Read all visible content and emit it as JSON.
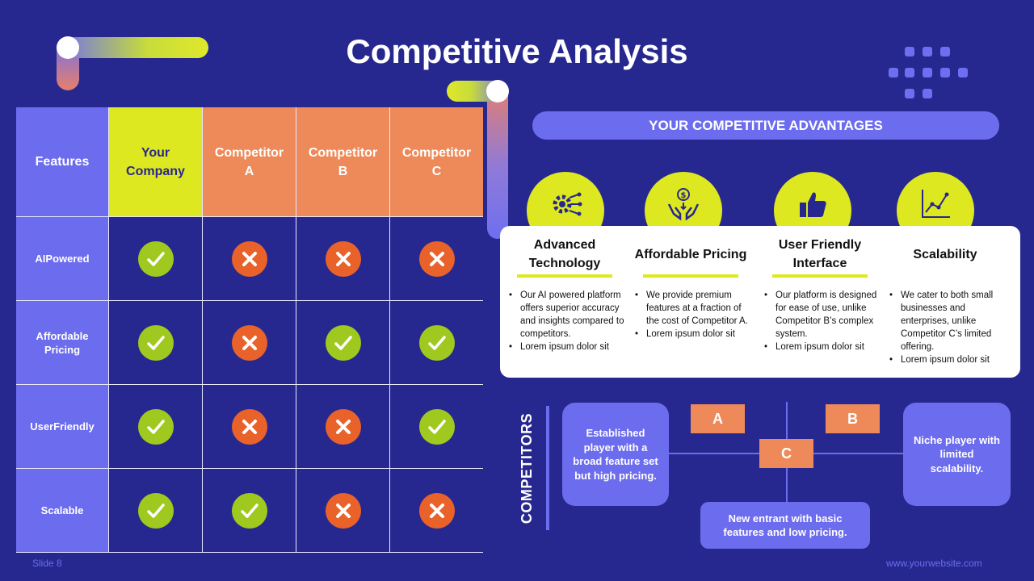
{
  "title": "Competitive Analysis",
  "table": {
    "headers": [
      "Features",
      "Your Company",
      "Competitor A",
      "Competitor B",
      "Competitor C"
    ],
    "rows": [
      {
        "feature": "AIPowered",
        "marks": [
          "check",
          "x",
          "x",
          "x"
        ]
      },
      {
        "feature": "Affordable Pricing",
        "marks": [
          "check",
          "x",
          "check",
          "check"
        ]
      },
      {
        "feature": "UserFriendly",
        "marks": [
          "check",
          "x",
          "x",
          "check"
        ]
      },
      {
        "feature": "Scalable",
        "marks": [
          "check",
          "check",
          "x",
          "x"
        ]
      }
    ]
  },
  "advantages": {
    "banner": "YOUR COMPETITIVE ADVANTAGES",
    "items": [
      {
        "icon": "gear-circuit-icon",
        "title": "Advanced Technology",
        "bullets": [
          "Our AI powered platform offers superior accuracy and insights compared to competitors.",
          "Lorem ipsum dolor sit"
        ]
      },
      {
        "icon": "hands-coin-icon",
        "title": "Affordable Pricing",
        "bullets": [
          "We provide premium features at a fraction of the cost of Competitor A.",
          "Lorem ipsum dolor sit"
        ]
      },
      {
        "icon": "thumbs-up-icon",
        "title": "User Friendly Interface",
        "bullets": [
          "Our platform is designed for ease of use, unlike Competitor B’s complex system.",
          "Lorem ipsum dolor sit"
        ]
      },
      {
        "icon": "growth-chart-icon",
        "title": "Scalability",
        "bullets": [
          "We cater to both small businesses and enterprises, unlike Competitor C’s limited offering.",
          "Lorem ipsum dolor sit"
        ]
      }
    ]
  },
  "competitors": {
    "label": "COMPETITORS",
    "tag_a": "A",
    "tag_b": "B",
    "tag_c": "C",
    "desc_a": "Established player with a broad feature set but high pricing.",
    "desc_b": "Niche player with limited scalability.",
    "desc_c": "New entrant with basic features and low pricing."
  },
  "footer": {
    "slide": "Slide 8",
    "website": "www.yourwebsite.com"
  },
  "colors": {
    "background": "#27288f",
    "accent_purple": "#6c6cee",
    "accent_yellow": "#dde820",
    "accent_orange": "#ee8a5a",
    "check": "#9fc91e",
    "cross": "#e8622a"
  }
}
